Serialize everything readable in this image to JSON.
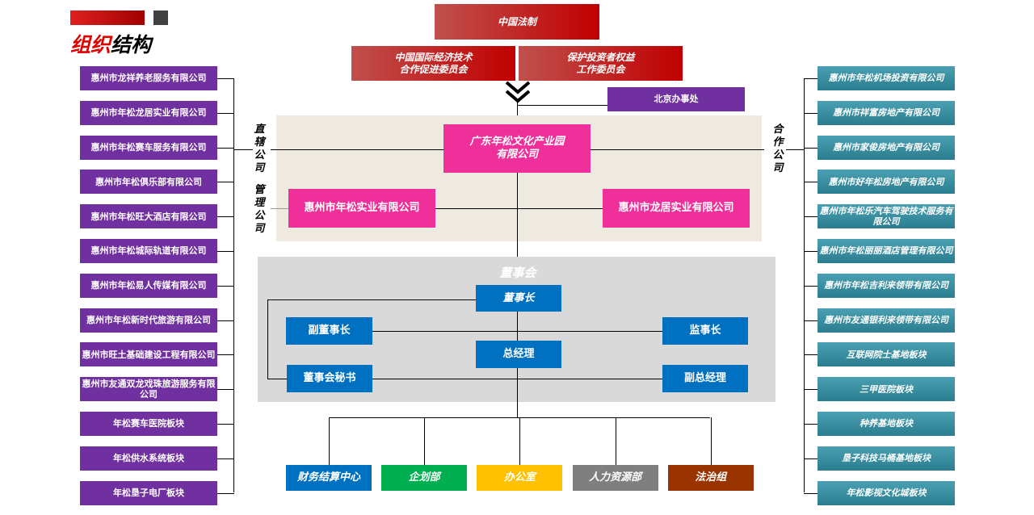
{
  "header": {
    "title_red": "组织",
    "title_black": "结构"
  },
  "top": {
    "root": "中国法制",
    "committee_left_1": "中国国际经济技术",
    "committee_left_2": "合作促进委员会",
    "committee_right_1": "保护投资者权益",
    "committee_right_2": "工作委员会",
    "beijing": "北京办事处"
  },
  "center": {
    "main_1": "广东年松文化产业园",
    "main_2": "有限公司",
    "sub_left": "惠州市年松实业有限公司",
    "sub_right": "惠州市龙居实业有限公司"
  },
  "labels": {
    "direct": "直辖公司",
    "managed": "管理公司",
    "partner": "合作公司"
  },
  "board": {
    "title": "董事会",
    "chairman": "董事长",
    "vice_chairman": "副董事长",
    "supervisor": "监事长",
    "gm": "总经理",
    "secretary": "董事会秘书",
    "deputy_gm": "副总经理"
  },
  "departments": [
    {
      "label": "财务结算中心",
      "color": "#0070c0"
    },
    {
      "label": "企划部",
      "color": "#00b050"
    },
    {
      "label": "办公室",
      "color": "#ffc000"
    },
    {
      "label": "人力资源部",
      "color": "#7f7f7f"
    },
    {
      "label": "法治组",
      "color": "#993300"
    }
  ],
  "left_companies": [
    "惠州市龙祥养老服务有限公司",
    "惠州市年松龙居实业有限公司",
    "惠州市年松赛车服务有限公司",
    "惠州市年松俱乐部有限公司",
    "惠州市年松旺大酒店有限公司",
    "惠州市年松城际轨道有限公司",
    "惠州市年松易人传媒有限公司",
    "惠州市年松新时代旅游有限公司",
    "惠州市旺土基础建设工程有限公司",
    "惠州市友通双龙戏珠旅游服务有限公司",
    "年松赛车医院板块",
    "年松供水系统板块",
    "年松垦子电厂板块"
  ],
  "right_companies": [
    "惠州市年松机场投资有限公司",
    "惠州市祥富房地产有限公司",
    "惠州市家俊房地产有限公司",
    "惠州市好年松房地产有限公司",
    "惠州市年松乐汽车驾驶技术服务有限公司",
    "惠州市年松丽丽酒店管理有限公司",
    "惠州市年松吉利来领带有限公司",
    "惠州市友通银利来领带有限公司",
    "互联网院士基地板块",
    "三甲医院板块",
    "种养基地板块",
    "垦子科技马桶基地板块",
    "年松影视文化城板块"
  ]
}
